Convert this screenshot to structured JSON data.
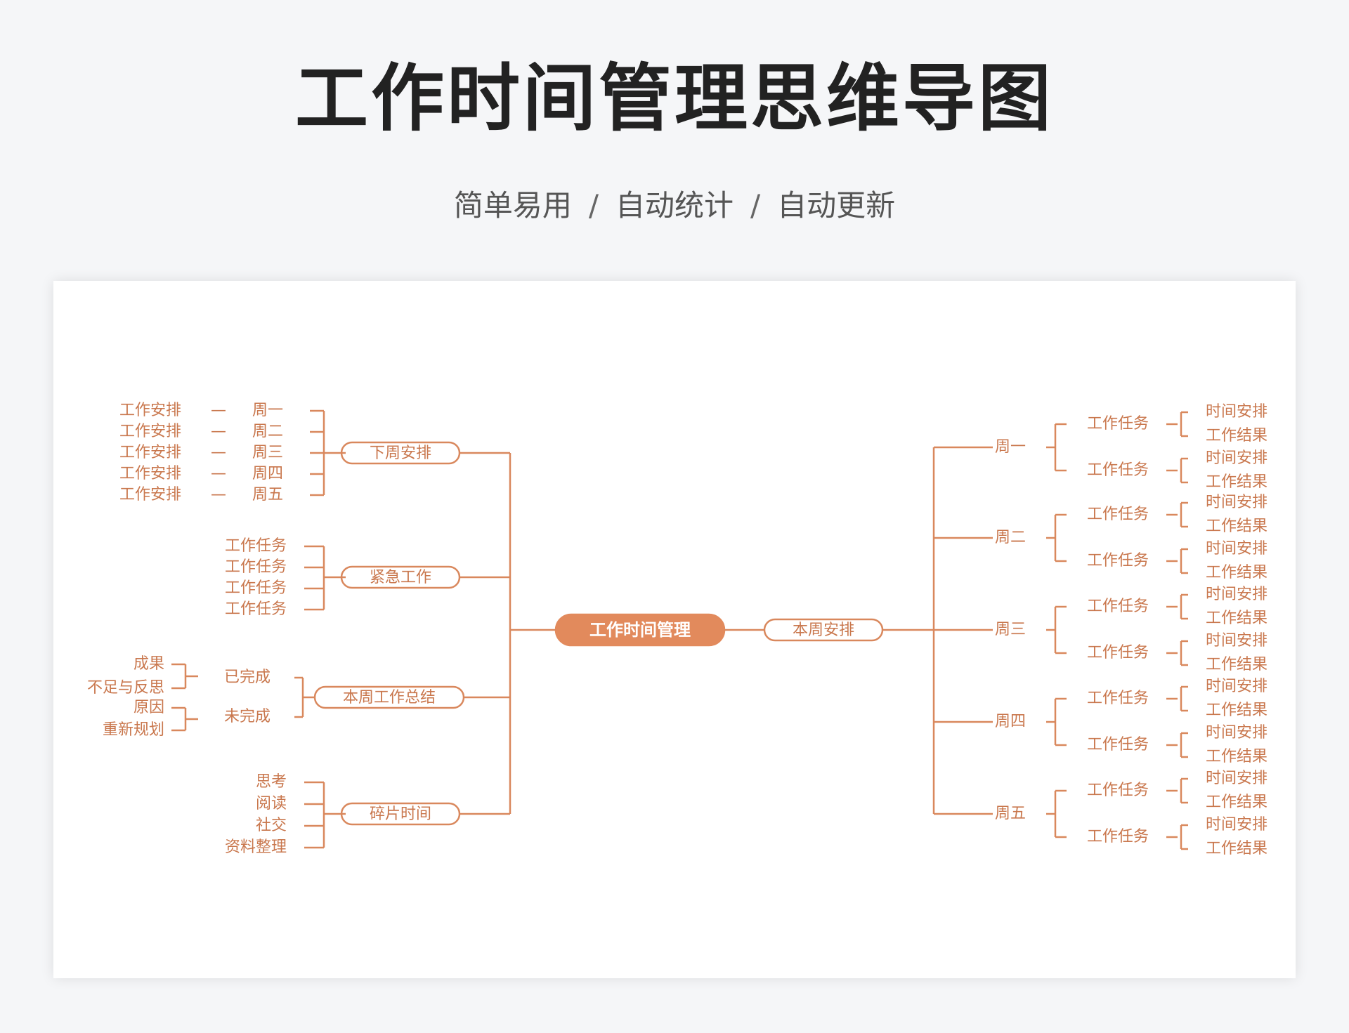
{
  "header": {
    "title": "工作时间管理思维导图",
    "subtitle": [
      "简单易用",
      "自动统计",
      "自动更新"
    ],
    "separator": "/"
  },
  "colors": {
    "accent": "#e28a5c",
    "line": "#d9885d",
    "text": "#c9774d"
  },
  "mindmap": {
    "center": "工作时间管理",
    "left": {
      "next_week": {
        "label": "下周安排",
        "rows": [
          {
            "task": "工作安排",
            "dash": "—",
            "day": "周一"
          },
          {
            "task": "工作安排",
            "dash": "—",
            "day": "周二"
          },
          {
            "task": "工作安排",
            "dash": "—",
            "day": "周三"
          },
          {
            "task": "工作安排",
            "dash": "—",
            "day": "周四"
          },
          {
            "task": "工作安排",
            "dash": "—",
            "day": "周五"
          }
        ]
      },
      "urgent": {
        "label": "紧急工作",
        "items": [
          "工作任务",
          "工作任务",
          "工作任务",
          "工作任务"
        ]
      },
      "summary": {
        "label": "本周工作总结",
        "done": {
          "label": "已完成",
          "items": [
            "成果",
            "不足与反思"
          ]
        },
        "undone": {
          "label": "未完成",
          "items": [
            "原因",
            "重新规划"
          ]
        }
      },
      "fragment": {
        "label": "碎片时间",
        "items": [
          "思考",
          "阅读",
          "社交",
          "资料整理"
        ]
      }
    },
    "right": {
      "label": "本周安排",
      "days": [
        {
          "day": "周一",
          "tasks": [
            {
              "task": "工作任务",
              "subs": [
                "时间安排",
                "工作结果"
              ]
            },
            {
              "task": "工作任务",
              "subs": [
                "时间安排",
                "工作结果"
              ]
            }
          ]
        },
        {
          "day": "周二",
          "tasks": [
            {
              "task": "工作任务",
              "subs": [
                "时间安排",
                "工作结果"
              ]
            },
            {
              "task": "工作任务",
              "subs": [
                "时间安排",
                "工作结果"
              ]
            }
          ]
        },
        {
          "day": "周三",
          "tasks": [
            {
              "task": "工作任务",
              "subs": [
                "时间安排",
                "工作结果"
              ]
            },
            {
              "task": "工作任务",
              "subs": [
                "时间安排",
                "工作结果"
              ]
            }
          ]
        },
        {
          "day": "周四",
          "tasks": [
            {
              "task": "工作任务",
              "subs": [
                "时间安排",
                "工作结果"
              ]
            },
            {
              "task": "工作任务",
              "subs": [
                "时间安排",
                "工作结果"
              ]
            }
          ]
        },
        {
          "day": "周五",
          "tasks": [
            {
              "task": "工作任务",
              "subs": [
                "时间安排",
                "工作结果"
              ]
            },
            {
              "task": "工作任务",
              "subs": [
                "时间安排",
                "工作结果"
              ]
            }
          ]
        }
      ]
    }
  }
}
